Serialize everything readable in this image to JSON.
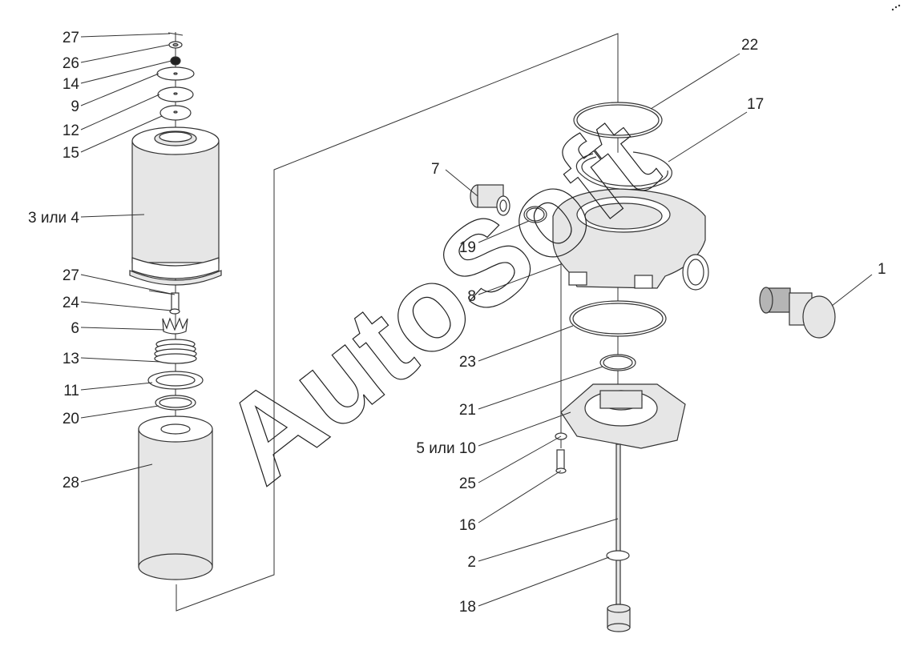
{
  "callouts": {
    "c27a": "27",
    "c26": "26",
    "c14": "14",
    "c9": "9",
    "c12": "12",
    "c15": "15",
    "c3or4": "3 или 4",
    "c27b": "27",
    "c24": "24",
    "c6": "6",
    "c13": "13",
    "c11": "11",
    "c20": "20",
    "c28": "28",
    "c22": "22",
    "c17": "17",
    "c7": "7",
    "c19": "19",
    "c8": "8",
    "c1": "1",
    "c23": "23",
    "c21": "21",
    "c5or10": "5 или 10",
    "c25": "25",
    "c16": "16",
    "c2": "2",
    "c18": "18"
  },
  "watermark": "AutoSoft",
  "colors": {
    "line": "#333333",
    "text": "#222222",
    "background": "#ffffff"
  }
}
